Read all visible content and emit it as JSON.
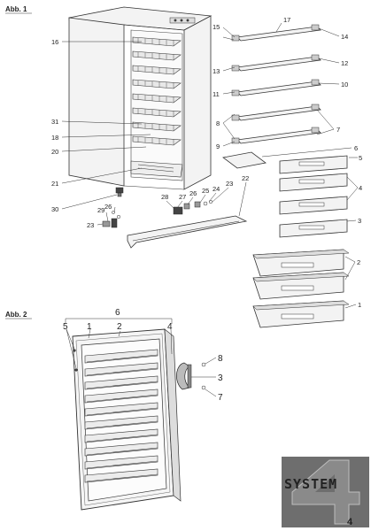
{
  "sections": [
    {
      "label": "Abb. 1"
    },
    {
      "label": "Abb. 2"
    }
  ],
  "abb1": {
    "callouts": [
      "16",
      "31",
      "18",
      "20",
      "21",
      "30",
      "17",
      "15",
      "14",
      "13",
      "12",
      "11",
      "10",
      "8",
      "7",
      "9",
      "6",
      "5",
      "4",
      "3",
      "2",
      "1",
      "22",
      "23",
      "24",
      "25",
      "26",
      "27",
      "28",
      "29",
      "26",
      "23"
    ]
  },
  "abb2": {
    "callouts": [
      "6",
      "5",
      "1",
      "2",
      "4",
      "8",
      "3",
      "7"
    ]
  },
  "logo": {
    "text": "SYSTEM",
    "digit": "4",
    "colors": {
      "background": "#6e6e6e",
      "text": "#e8e8e8",
      "accent": "#c9c9c9"
    }
  }
}
